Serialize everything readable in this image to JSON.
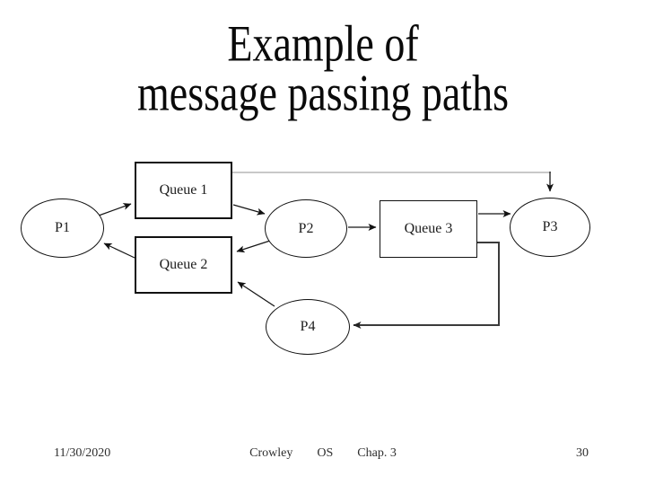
{
  "slide": {
    "title_lines": [
      "Example of",
      "message passing paths"
    ],
    "diagram": {
      "processes": [
        {
          "id": "p1",
          "label": "P1"
        },
        {
          "id": "p2",
          "label": "P2"
        },
        {
          "id": "p3",
          "label": "P3"
        },
        {
          "id": "p4",
          "label": "P4"
        }
      ],
      "queues": [
        {
          "id": "queue1",
          "label": "Queue 1"
        },
        {
          "id": "queue2",
          "label": "Queue 2"
        },
        {
          "id": "queue3",
          "label": "Queue 3"
        }
      ],
      "edges": [
        {
          "from": "P1",
          "to": "Queue 1"
        },
        {
          "from": "Queue 1",
          "to": "P2"
        },
        {
          "from": "Queue 1",
          "to": "P3"
        },
        {
          "from": "P2",
          "to": "Queue 2"
        },
        {
          "from": "Queue 2",
          "to": "P1"
        },
        {
          "from": "P2",
          "to": "Queue 3"
        },
        {
          "from": "Queue 3",
          "to": "P3"
        },
        {
          "from": "Queue 3",
          "to": "P4"
        },
        {
          "from": "P4",
          "to": "Queue 2"
        }
      ]
    },
    "footer": {
      "date": "11/30/2020",
      "author": "Crowley",
      "course": "OS",
      "chapter": "Chap. 3",
      "slide_number": "30"
    },
    "colors": {
      "background": "#ffffff",
      "ink": "#111111",
      "light_line": "#c8c8c8",
      "dark_line": "#3b3b3b"
    }
  }
}
